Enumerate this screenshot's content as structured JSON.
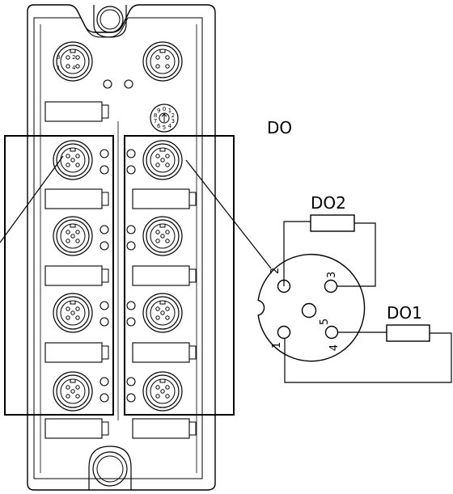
{
  "connector_pinout": {
    "title": "DO",
    "pins": [
      "1",
      "2",
      "3",
      "4",
      "5"
    ],
    "loads": [
      {
        "label": "DO2"
      },
      {
        "label": "DO1"
      }
    ]
  },
  "module": {
    "top_left_port_pins": [
      "3",
      "2",
      "1",
      "4"
    ],
    "rotary_switch_digits": [
      "0",
      "1",
      "2",
      "3",
      "4",
      "5",
      "6",
      "7",
      "8",
      "9"
    ]
  },
  "colors": {
    "line": "#000000",
    "background": "#ffffff"
  }
}
